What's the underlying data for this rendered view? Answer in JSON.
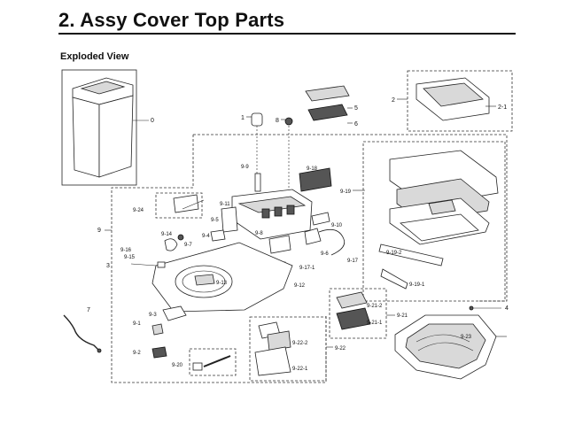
{
  "header": {
    "title": "2.  Assy Cover Top Parts",
    "subtitle": "Exploded View"
  },
  "diagram": {
    "callouts": {
      "c0": "0",
      "c1": "1",
      "c2": "2",
      "c2_1": "2-1",
      "c3": "3",
      "c4": "4",
      "c5": "5",
      "c6": "6",
      "c7": "7",
      "c8": "8",
      "c9": "9",
      "c9_1": "9-1",
      "c9_2": "9-2",
      "c9_3": "9-3",
      "c9_4": "9-4",
      "c9_5": "9-5",
      "c9_6": "9-6",
      "c9_7": "9-7",
      "c9_8": "9-8",
      "c9_9": "9-9",
      "c9_10": "9-10",
      "c9_11": "9-11",
      "c9_12": "9-12",
      "c9_13": "9-13",
      "c9_14": "9-14",
      "c9_15": "9-15",
      "c9_16": "9-16",
      "c9_17": "9-17",
      "c9_17_1": "9-17-1",
      "c9_18": "9-18",
      "c9_19": "9-19",
      "c9_19_1": "9-19-1",
      "c9_19_2": "9-19-2",
      "c9_20": "9-20",
      "c9_21": "9-21",
      "c9_21_1": "9-21-1",
      "c9_21_2": "9-21-2",
      "c9_22": "9-22",
      "c9_22_1": "9-22-1",
      "c9_22_2": "9-22-2",
      "c9_23": "9-23",
      "c9_24": "9-24"
    }
  }
}
